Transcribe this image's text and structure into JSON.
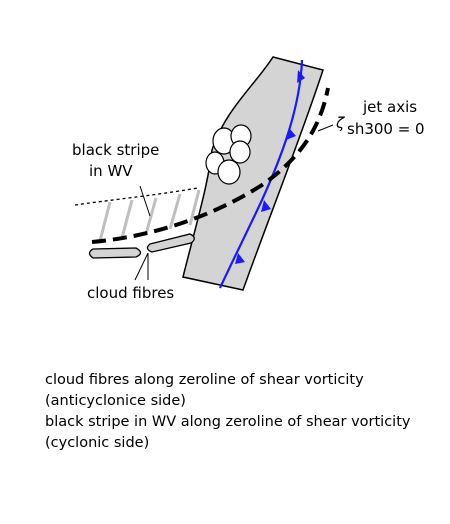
{
  "labels": {
    "jet_axis": "jet axis",
    "zeta_symbol": "ζ",
    "zero_condition": "sh300 = 0",
    "black_stripe_line1": "black stripe",
    "black_stripe_line2": "in WV",
    "cloud_fibres": "cloud fibres"
  },
  "caption": {
    "line1": "cloud fibres along zeroline of shear vorticity",
    "line2": "(anticyclonice side)",
    "line3": "black stripe in WV along zeroline of shear vorticity",
    "line4": "(cyclonic side)"
  },
  "colors": {
    "cloud_band_fill": "#d4d4d4",
    "cold_front": "#1a1aff",
    "stripe_hatching": "#bfbfbf",
    "outline": "#000000"
  }
}
